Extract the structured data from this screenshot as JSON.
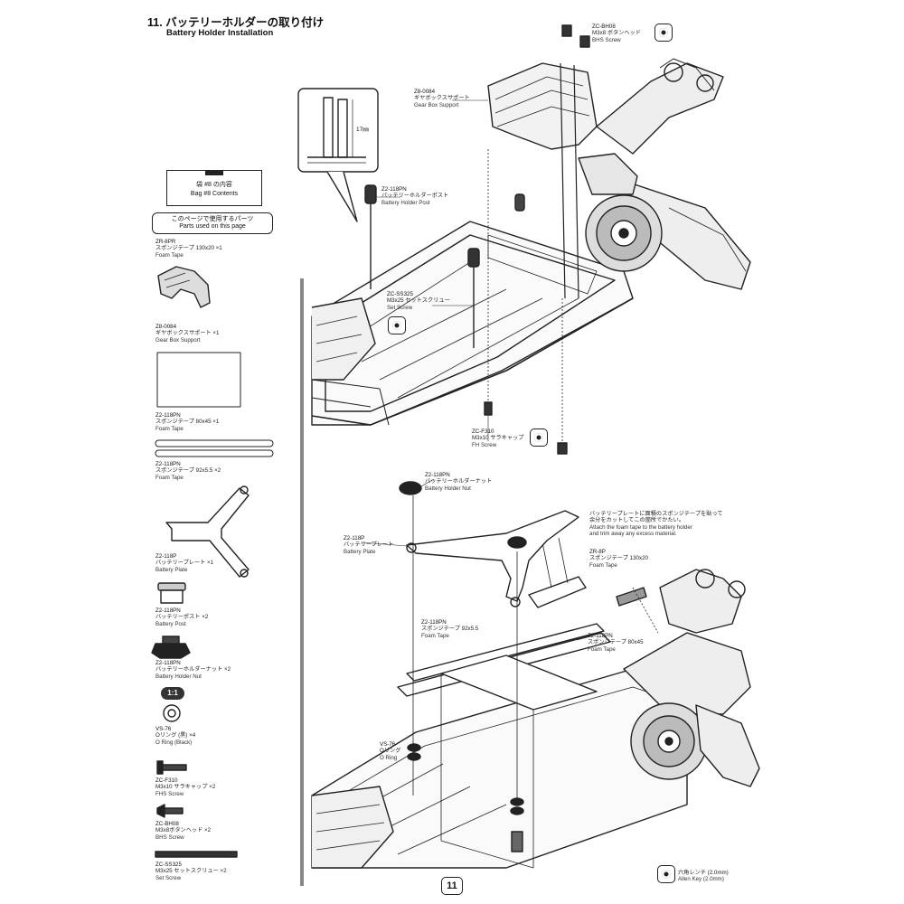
{
  "header": {
    "title": "11. バッテリーホルダーの取り付け",
    "subtitle": "Battery Holder  Installation"
  },
  "bag": {
    "line1": "袋 #8 の内容",
    "line2": "Bag #8 Contents"
  },
  "parts_used": {
    "line1": "このページで使用するパーツ",
    "line2": "Parts used on this page"
  },
  "parts_list": [
    {
      "code": "ZR-8PR",
      "jp": "スポンジテープ 130x20 ×1",
      "en": "Foam Tape"
    },
    {
      "code": "Z8-0084",
      "jp": "ギヤボックスサポート ×1",
      "en": "Gear Box Support"
    },
    {
      "code": "Z2-118PN",
      "jp": "スポンジテープ 80x45 ×1",
      "en": "Foam Tape"
    },
    {
      "code": "Z2-118PN",
      "jp": "スポンジテープ 92x5.5 ×2",
      "en": "Foam Tape"
    },
    {
      "code": "Z2-118P",
      "jp": "バッテリープレート ×1",
      "en": "Battery Plate"
    },
    {
      "code": "Z2-118PN",
      "jp": "バッテリーポスト ×2",
      "en": "Battery Post"
    },
    {
      "code": "Z2-118PN",
      "jp": "バッテリーホルダーナット ×2",
      "en": "Battery Holder Nut"
    },
    {
      "code": "VS-76",
      "jp": "Oリング (黒) ×4",
      "en": "O Ring (Black)"
    },
    {
      "code": "ZC-F310",
      "jp": "M3x10 サラキャップ ×2",
      "en": "FHS Screw"
    },
    {
      "code": "ZC-BH08",
      "jp": "M3x8ボタンヘッド ×2",
      "en": "BHS Screw"
    },
    {
      "code": "ZC-SS325",
      "jp": "M3x25 セットスクリュー ×2",
      "en": "Set Screw"
    }
  ],
  "scale_label": "1:1",
  "top_callouts": {
    "bhs": {
      "code": "ZC-BH08",
      "jp": "M3x8 ボタンヘッド",
      "en": "BHS Screw"
    },
    "gearbox": {
      "code": "Z8-0084",
      "jp": "ギヤボックスサポート",
      "en": "Gear Box Support"
    },
    "post": {
      "code": "Z2-118PN",
      "jp": "バッテリーホルダーポスト",
      "en": "Battery Holder Post"
    },
    "setscrew": {
      "code": "ZC-SS325",
      "jp": "M3x25 セットスクリュー",
      "en": "Set Screw"
    },
    "fhs": {
      "code": "ZC-F310",
      "jp": "M3x10 サラキャップ",
      "en": "FH Screw"
    },
    "dim": "17㎜"
  },
  "bottom_callouts": {
    "nut": {
      "code": "Z2-118PN",
      "jp": "バッテリーホルダーナット",
      "en": "Battery Holder Nut"
    },
    "plate": {
      "code": "Z2-118P",
      "jp": "バッテリープレート",
      "en": "Battery Plate"
    },
    "note_jp1": "バッテリープレートに面積のスポンジテープを貼って",
    "note_jp2": "余分をカットしてこの箇所でかたい。",
    "note_en1": "Attach the foam tape to the battery holder",
    "note_en2": "and trim away any excess material.",
    "tape130": {
      "code": "ZR-8P",
      "jp": "スポンジテープ 130x20",
      "en": "Foam Tape"
    },
    "tape92": {
      "code": "Z2-118PN",
      "jp": "スポンジテープ 92x5.5",
      "en": "Foam Tape"
    },
    "tape80": {
      "code": "Z2-118PN",
      "jp": "スポンジテープ 80x45",
      "en": "Foam Tape"
    },
    "oring": {
      "code": "VS-76",
      "jp": "Oリング",
      "en": "O Ring"
    },
    "hexkey": {
      "jp": "六角レンチ (2.0mm)",
      "en": "Allen Key (2.0mm)"
    }
  },
  "page_number": "11"
}
